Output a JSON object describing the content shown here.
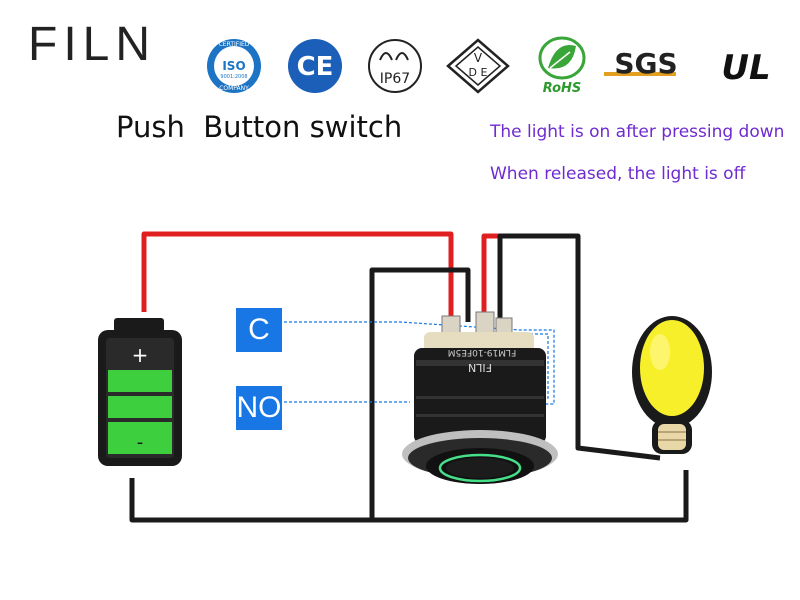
{
  "brand": {
    "name": "FILN"
  },
  "certifications": {
    "iso": {
      "top": "CERTIFIED",
      "mid": "ISO",
      "sub": "9001:2008",
      "bottom": "COMPANY"
    },
    "ce": "CE",
    "ip": "IP67",
    "vde": {
      "v": "V",
      "de": "D E"
    },
    "rohs": "RoHS",
    "sgs": "SGS",
    "ul": "UL"
  },
  "title": "Push  Button switch",
  "notes": {
    "pressed": "The light is on after pressing down",
    "released": "When released, the light is off"
  },
  "terminals": {
    "common": "C",
    "normally_open": "NO"
  },
  "battery": {
    "plus": "+",
    "minus": "-"
  },
  "switch": {
    "brand_marking": "FILN",
    "model": "FLM19-10FE5M"
  },
  "colors": {
    "positive_wire": "#e02020",
    "negative_wire": "#1a1a1a",
    "label_blue": "#1877e5",
    "note_purple": "#6f2bd1",
    "battery_green": "#3ecf3e",
    "bulb_yellow": "#f7ef2a"
  }
}
